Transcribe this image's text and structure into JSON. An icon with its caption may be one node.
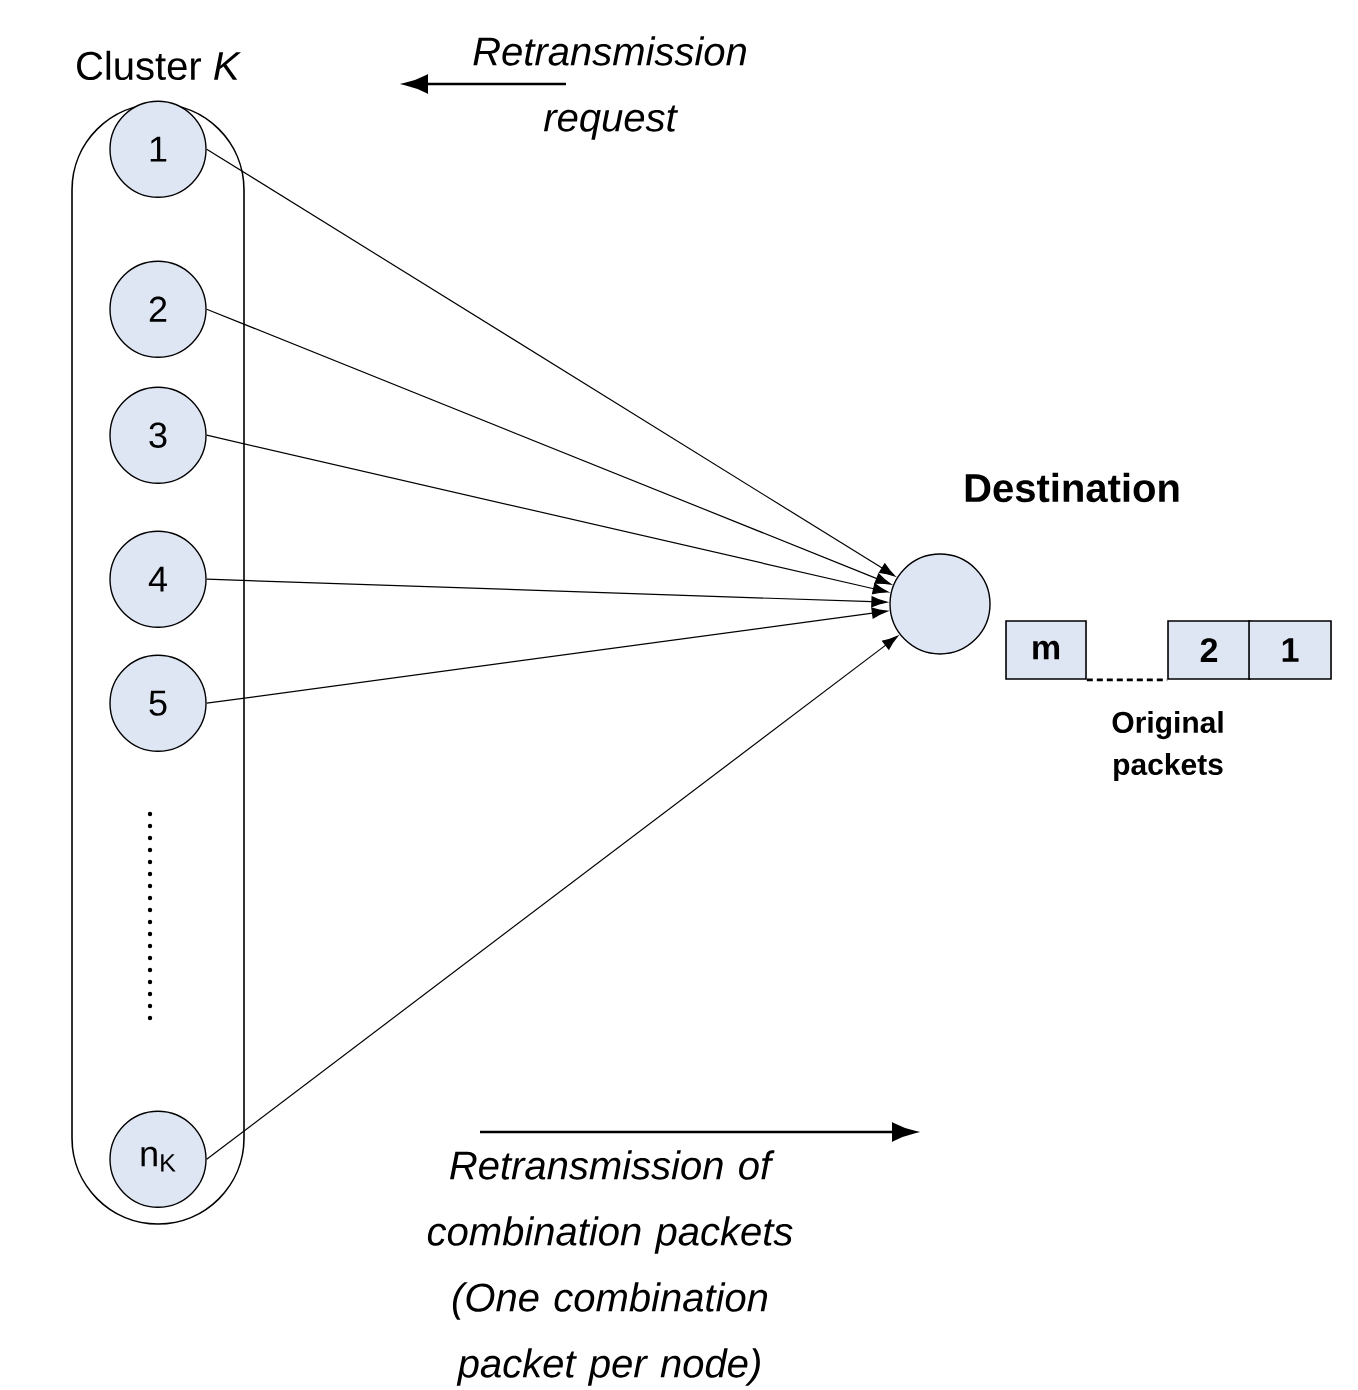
{
  "diagram": {
    "nodes": [
      {
        "text": [
          "Cluster *K*"
        ]
      },
      {
        "text": [
          "1"
        ],
        "in": 0
      },
      {
        "text": [
          "2"
        ],
        "in": 0
      },
      {
        "text": [
          "3"
        ],
        "in": 0
      },
      {
        "text": [
          "4"
        ],
        "in": 0
      },
      {
        "text": [
          "5"
        ],
        "in": 0
      },
      {
        "text": [
          "n$_{K}$"
        ],
        "in": 0
      },
      {
        "text": [
          "Destination"
        ]
      },
      {
        "text": [
          "m"
        ]
      },
      {
        "text": [
          "2"
        ]
      },
      {
        "text": [
          "1"
        ]
      }
    ],
    "edges": [
      {
        "from": 1,
        "to": 7,
        "arrow": "to"
      },
      {
        "from": 2,
        "to": 7,
        "arrow": "to"
      },
      {
        "from": 3,
        "to": 7,
        "arrow": "to"
      },
      {
        "from": 4,
        "to": 7,
        "arrow": "to"
      },
      {
        "from": 5,
        "to": 7,
        "arrow": "to"
      },
      {
        "from": 6,
        "to": 7,
        "arrow": "to"
      },
      {
        "from": 8,
        "to": 9,
        "arrow": "none",
        "style": "dashed"
      }
    ],
    "labels": [
      "Retransmission request",
      "Original packets",
      "Retransmission of combination packets (One combination packet per node)"
    ]
  }
}
